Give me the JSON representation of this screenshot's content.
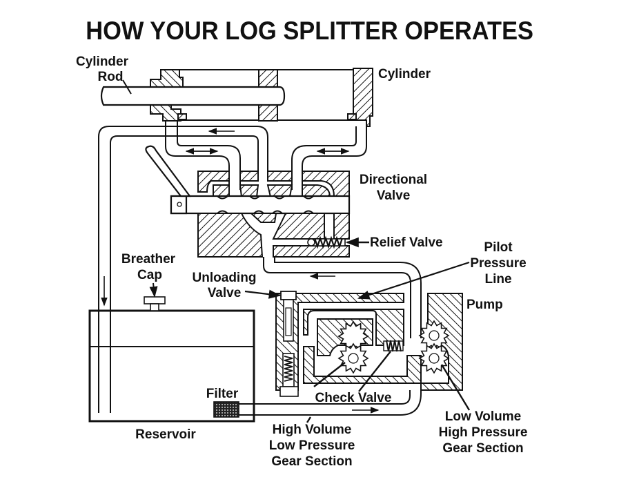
{
  "title": "HOW YOUR LOG SPLITTER OPERATES",
  "labels": {
    "cylinder_rod": [
      "Cylinder",
      "Rod"
    ],
    "cylinder": "Cylinder",
    "directional_valve": [
      "Directional",
      "Valve"
    ],
    "relief_valve": "Relief Valve",
    "pilot_pressure_line": [
      "Pilot",
      "Pressure",
      "Line"
    ],
    "pump": "Pump",
    "breather_cap": [
      "Breather",
      "Cap"
    ],
    "unloading_valve": [
      "Unloading",
      "Valve"
    ],
    "filter": "Filter",
    "check_valve": "Check Valve",
    "reservoir": "Reservoir",
    "high_volume_section": [
      "High Volume",
      "Low Pressure",
      "Gear Section"
    ],
    "low_volume_section": [
      "Low Volume",
      "High Pressure",
      "Gear Section"
    ]
  },
  "colors": {
    "ink": "#111111",
    "paper": "#ffffff"
  }
}
